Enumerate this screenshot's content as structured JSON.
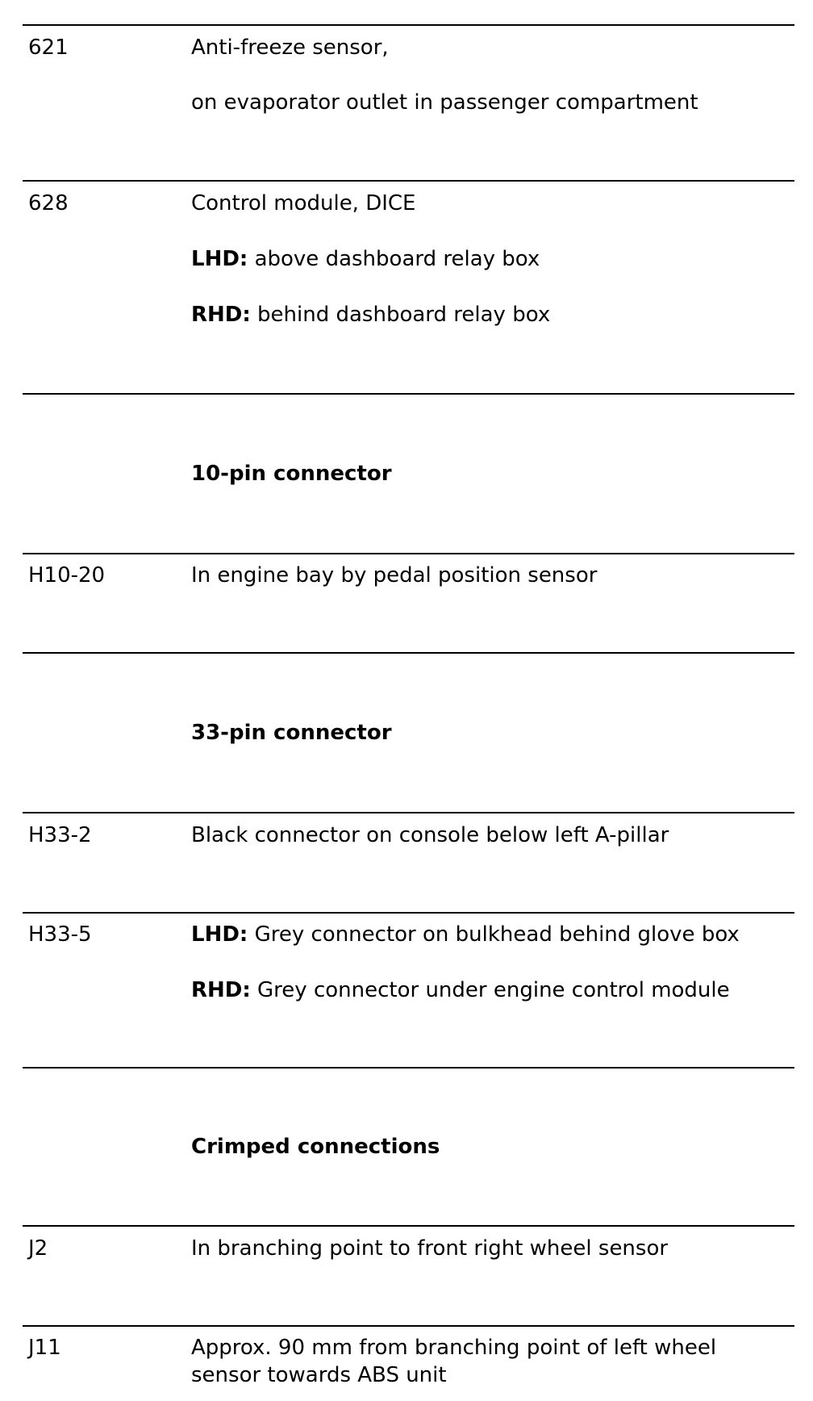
{
  "rows": [
    {
      "code": "621",
      "lines": [
        "Anti-freeze sensor,",
        "on evaporator outlet in passenger compartment"
      ]
    },
    {
      "code": "628",
      "lines": [
        "Control module, DICE",
        {
          "label": "LHD:",
          "text": " above dashboard relay box"
        },
        {
          "label": "RHD:",
          "text": " behind dashboard relay box"
        }
      ]
    },
    {
      "heading": "10-pin connector"
    },
    {
      "code": "H10-20",
      "lines": [
        "In engine bay by pedal position sensor"
      ]
    },
    {
      "heading": "33-pin connector"
    },
    {
      "code": "H33-2",
      "lines": [
        "Black connector on console below left A-pillar"
      ]
    },
    {
      "code": "H33-5",
      "lines": [
        {
          "label": "LHD:",
          "text": " Grey connector on bulkhead behind glove box"
        },
        {
          "label": "RHD:",
          "text": " Grey connector under engine control module"
        }
      ]
    },
    {
      "heading": "Crimped connections"
    },
    {
      "code": "J2",
      "lines": [
        "In branching point to front right wheel sensor"
      ]
    },
    {
      "code": "J11",
      "lines": [
        "Approx. 90 mm from branching point of left wheel",
        "sensor towards ABS unit"
      ]
    }
  ]
}
